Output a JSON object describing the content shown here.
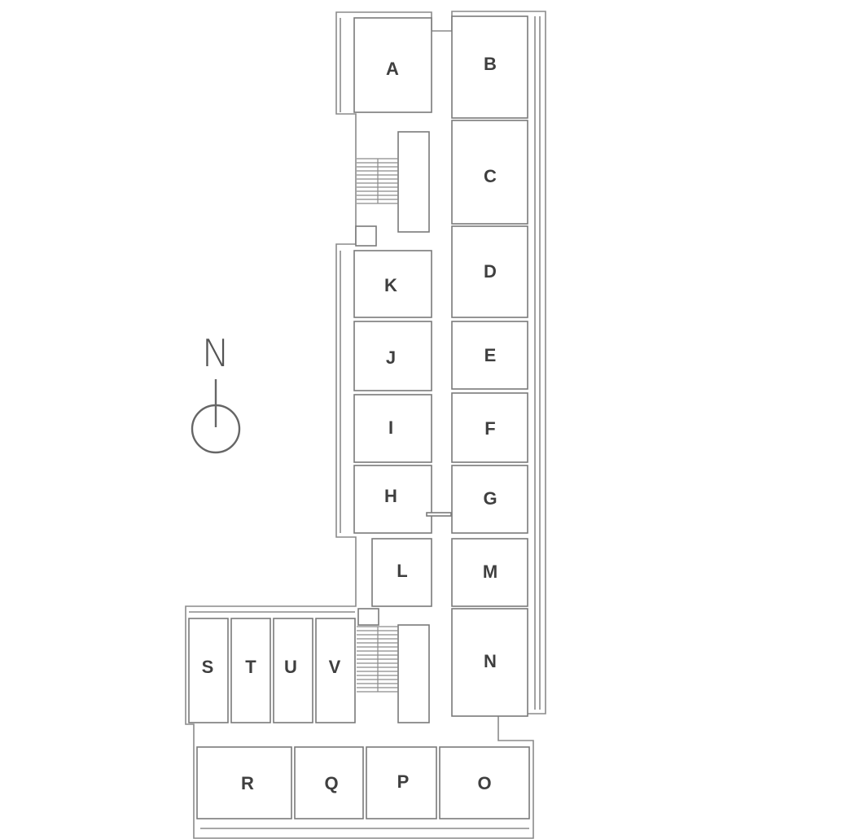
{
  "compass": {
    "label": "N"
  },
  "rooms": {
    "A": "A",
    "B": "B",
    "C": "C",
    "D": "D",
    "E": "E",
    "F": "F",
    "G": "G",
    "H": "H",
    "I": "I",
    "J": "J",
    "K": "K",
    "L": "L",
    "M": "M",
    "N": "N",
    "O": "O",
    "P": "P",
    "Q": "Q",
    "R": "R",
    "S": "S",
    "T": "T",
    "U": "U",
    "V": "V"
  }
}
